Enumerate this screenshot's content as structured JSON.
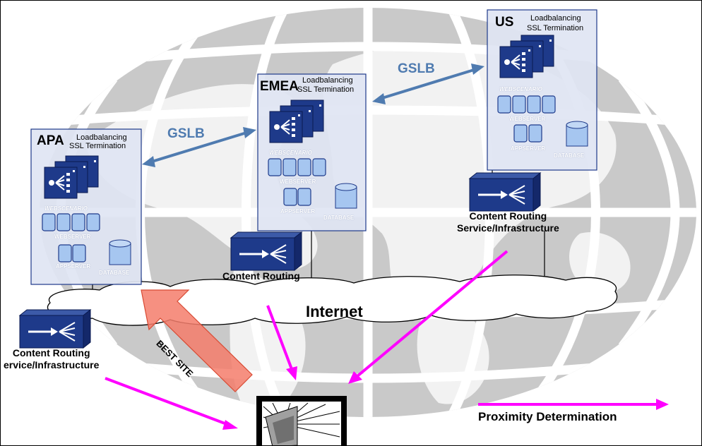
{
  "regions": {
    "apa": {
      "name": "APA",
      "service_line1": "Loadbalancing",
      "service_line2": "SSL Termination"
    },
    "emea": {
      "name": "EMEA",
      "service_line1": "Loadbalancing",
      "service_line2": "SSL Termination"
    },
    "us": {
      "name": "US",
      "service_line1": "Loadbalancing",
      "service_line2": "SSL Termination"
    }
  },
  "tier_labels": {
    "webscenario": "WEBSCENARIO",
    "webserver": "WEBSERVER",
    "appserver": "APPSERVER",
    "database": "DATABASE"
  },
  "gslb_label": "GSLB",
  "content_routing": {
    "emea": "Content Routing",
    "us_line1": "Content Routing",
    "us_line2": "Service/Infrastructure",
    "apa_line1": "Content Routing",
    "apa_line2": "ervice/Infrastructure"
  },
  "internet_label": "Internet",
  "best_site_label": "BEST SITE",
  "legend": {
    "proximity": "Proximity Determination"
  },
  "colors": {
    "globe": "#c9c9c9",
    "region_box": "#dfe5f3",
    "device": "#1e3a8a",
    "gslb_arrow": "#4f7bb0",
    "proximity_arrow": "#ff00ff",
    "best_site_arrow": "#f47c6b"
  }
}
